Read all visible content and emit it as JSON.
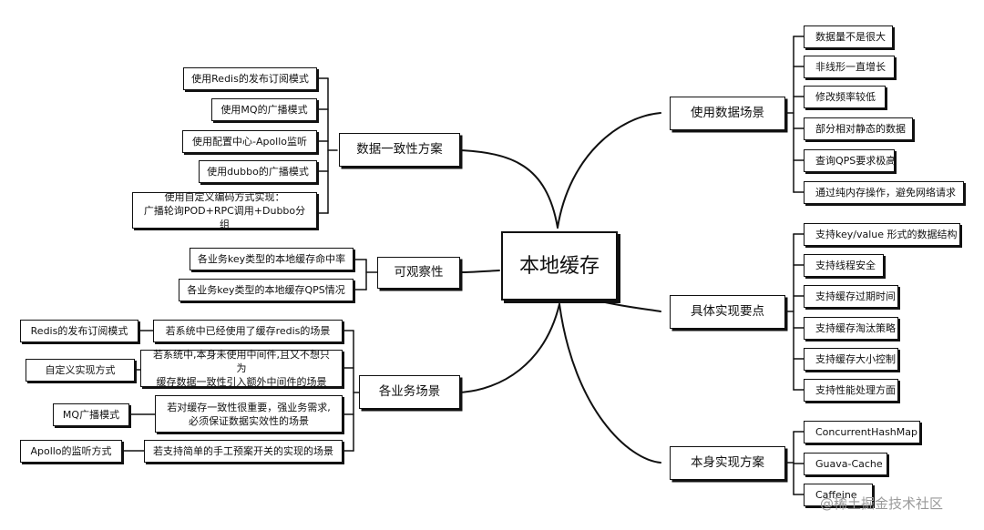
{
  "root": "本地缓存",
  "branches": {
    "consistency": {
      "label": "数据一致性方案",
      "items": [
        "使用Redis的发布订阅模式",
        "使用MQ的广播模式",
        "使用配置中心-Apollo监听",
        "使用dubbo的广播模式",
        [
          "使用自定义编码方式实现：",
          "广播轮询POD+RPC调用+Dubbo分组"
        ]
      ]
    },
    "observability": {
      "label": "可观察性",
      "items": [
        "各业务key类型的本地缓存命中率",
        "各业务key类型的本地缓存QPS情况"
      ]
    },
    "business": {
      "label": "各业务场景",
      "items": [
        {
          "scene": "若系统中已经使用了缓存redis的场景",
          "method": "Redis的发布订阅模式"
        },
        {
          "scene": [
            "若系统中,本身未使用中间件,且又不想只为",
            "缓存数据一致性引入额外中间件的场景"
          ],
          "method": "自定义实现方式"
        },
        {
          "scene": [
            "若对缓存一致性很重要，强业务需求,",
            "必须保证数据实效性的场景"
          ],
          "method": "MQ广播模式"
        },
        {
          "scene": "若支持简单的手工预案开关的实现的场景",
          "method": "Apollo的监听方式"
        }
      ]
    },
    "usage": {
      "label": "使用数据场景",
      "items": [
        "数据量不是很大",
        "非线形一直增长",
        "修改频率较低",
        "部分相对静态的数据",
        "查询QPS要求极高",
        "通过纯内存操作，避免网络请求"
      ]
    },
    "points": {
      "label": "具体实现要点",
      "items": [
        "支持key/value 形式的数据结构",
        "支持线程安全",
        "支持缓存过期时间",
        "支持缓存淘汰策略",
        "支持缓存大小控制",
        "支持性能处理方面"
      ]
    },
    "solutions": {
      "label": "本身实现方案",
      "items": [
        "ConcurrentHashMap",
        "Guava-Cache",
        "Caffeine"
      ]
    }
  },
  "watermark": "@稀土掘金技术社区"
}
